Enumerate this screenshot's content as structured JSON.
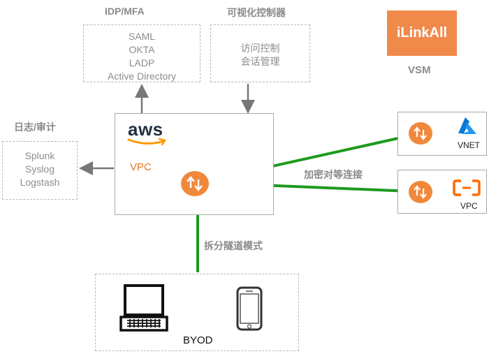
{
  "idp": {
    "title": "IDP/MFA",
    "items": [
      "SAML",
      "OKTA",
      "LADP",
      "Active Directory"
    ]
  },
  "controller": {
    "title": "可视化控制器",
    "items": [
      "访问控制",
      "会话管理"
    ]
  },
  "logs": {
    "title": "日志/审计",
    "items": [
      "Splunk",
      "Syslog",
      "Logstash"
    ]
  },
  "brand": {
    "name": "iLinkAll",
    "caption": "VSM",
    "color": "#f08a4b"
  },
  "aws": {
    "logo_text": "aws",
    "vpc_label": "VPC"
  },
  "azure": {
    "label": "VNET"
  },
  "aliyun": {
    "label": "VPC"
  },
  "links": {
    "peering": "加密对等连接",
    "split_tunnel": "拆分隧道模式"
  },
  "byod": {
    "label": "BYOD"
  },
  "colors": {
    "link_green": "#1e9a1e",
    "node_orange": "#f0883c",
    "azure_blue": "#0a78d4",
    "aws_orange": "#ff9900"
  }
}
